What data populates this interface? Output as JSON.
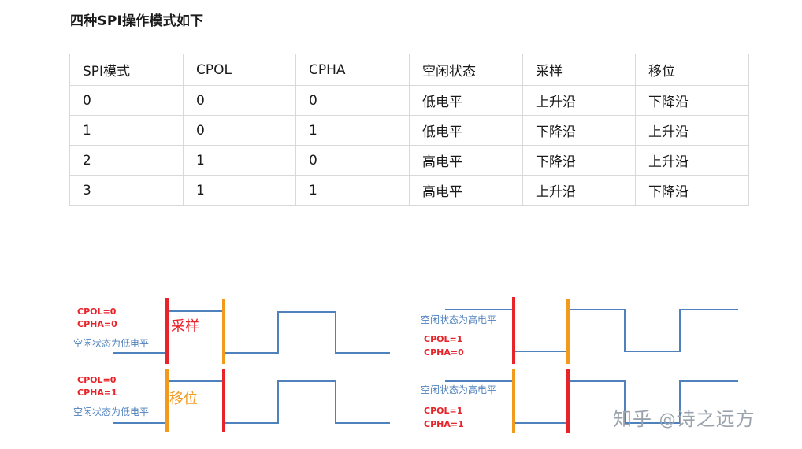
{
  "heading": "四种SPI操作模式如下",
  "table": {
    "headers": [
      "SPI模式",
      "CPOL",
      "CPHA",
      "空闲状态",
      "采样",
      "移位"
    ],
    "rows": [
      [
        "0",
        "0",
        "0",
        "低电平",
        "上升沿",
        "下降沿"
      ],
      [
        "1",
        "0",
        "1",
        "低电平",
        "下降沿",
        "上升沿"
      ],
      [
        "2",
        "1",
        "0",
        "高电平",
        "下降沿",
        "上升沿"
      ],
      [
        "3",
        "1",
        "1",
        "高电平",
        "上升沿",
        "下降沿"
      ]
    ]
  },
  "diagram": {
    "mode0": {
      "cpol": "CPOL=0",
      "cpha": "CPHA=0",
      "idle": "空闲状态为低电平",
      "edge_label": "采样"
    },
    "mode1": {
      "cpol": "CPOL=0",
      "cpha": "CPHA=1",
      "idle": "空闲状态为低电平",
      "edge_label": "移位"
    },
    "mode2": {
      "idle": "空闲状态为高电平",
      "cpol": "CPOL=1",
      "cpha": "CPHA=0"
    },
    "mode3": {
      "idle": "空闲状态为高电平",
      "cpol": "CPOL=1",
      "cpha": "CPHA=1"
    },
    "colors": {
      "clock": "#4f81bd",
      "label_red": "#e8242b",
      "edge_red": "#e8242b",
      "edge_orange": "#f29a1e",
      "idle_text": "#4f81bd"
    }
  },
  "watermark": {
    "site": "知乎",
    "at": "@",
    "author": "诗之远方"
  }
}
